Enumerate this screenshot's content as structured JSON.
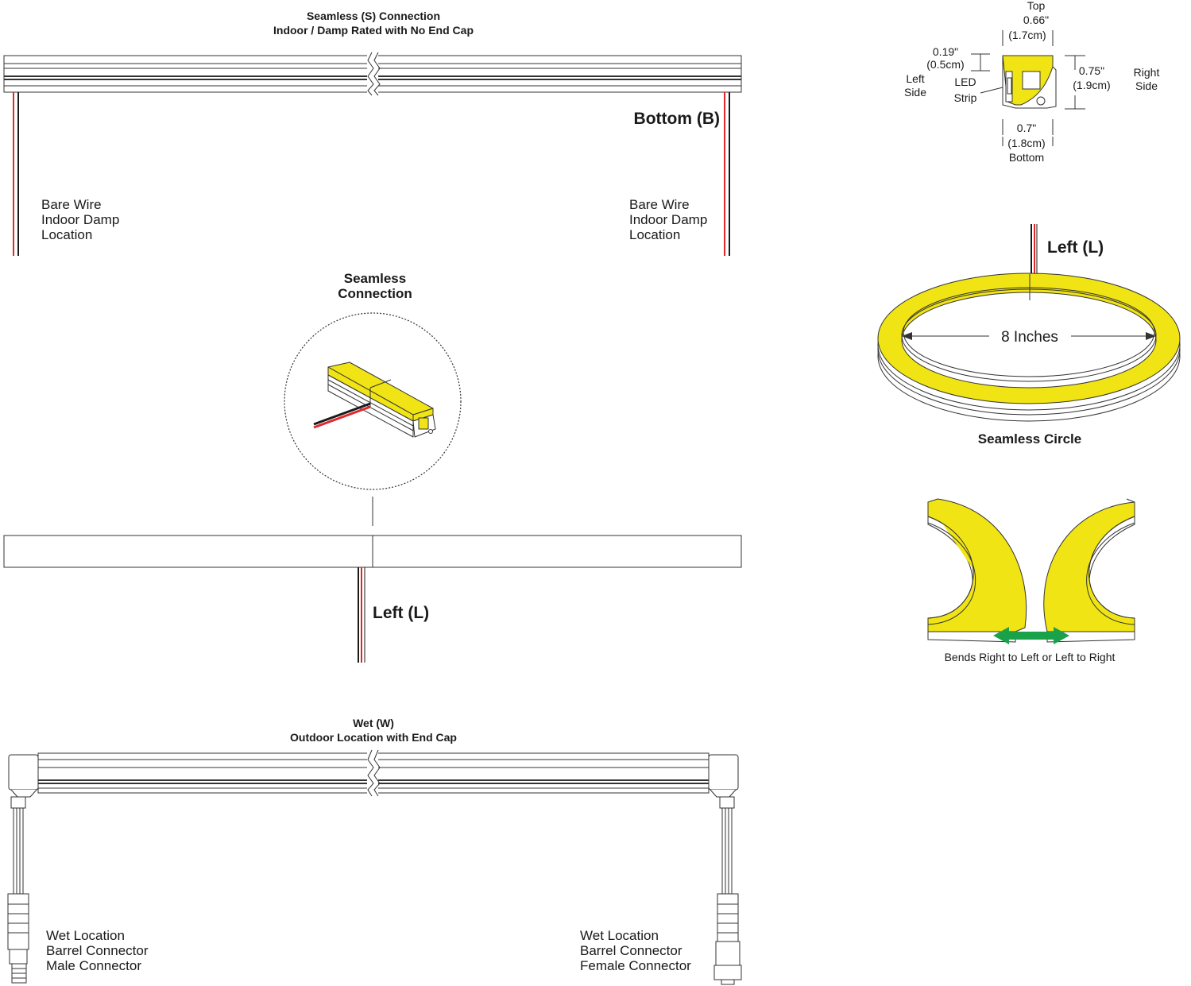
{
  "seamless_section": {
    "title_line1": "Seamless (S) Connection",
    "title_line2": "Indoor / Damp Rated with No End Cap",
    "bottom_label": "Bottom (B)",
    "left_wire_label": [
      "Bare Wire",
      "Indoor Damp",
      "Location"
    ],
    "right_wire_label": [
      "Bare Wire",
      "Indoor Damp",
      "Location"
    ]
  },
  "connection_section": {
    "title_line1": "Seamless",
    "title_line2": "Connection",
    "left_label": "Left (L)"
  },
  "wet_section": {
    "title_line1": "Wet (W)",
    "title_line2": "Outdoor Location with End Cap",
    "left_connector_label": [
      "Wet Location",
      "Barrel Connector",
      "Male Connector"
    ],
    "right_connector_label": [
      "Wet Location",
      "Barrel Connector",
      "Female Connector"
    ]
  },
  "profile_dimensions": {
    "top_label": "Top",
    "top_width_in": "0.66\"",
    "top_width_cm": "(1.7cm)",
    "led_offset_in": "0.19\"",
    "led_offset_cm": "(0.5cm)",
    "left_side": [
      "Left",
      "Side"
    ],
    "led_strip": [
      "LED",
      "Strip"
    ],
    "height_in": "0.75\"",
    "height_cm": "(1.9cm)",
    "right_side": [
      "Right",
      "Side"
    ],
    "bottom_width_in": "0.7\"",
    "bottom_width_cm": "(1.8cm)",
    "bottom_label": "Bottom"
  },
  "circle_section": {
    "left_label": "Left (L)",
    "diameter_label": "8 Inches",
    "caption": "Seamless Circle"
  },
  "bend_section": {
    "caption": "Bends Right to Left or Left to Right"
  },
  "colors": {
    "led_yellow": "#f0e415",
    "wire_red": "#e3262b",
    "wire_black": "#1a1a1a",
    "arrow_green": "#1aa24a",
    "outline": "#333333"
  }
}
